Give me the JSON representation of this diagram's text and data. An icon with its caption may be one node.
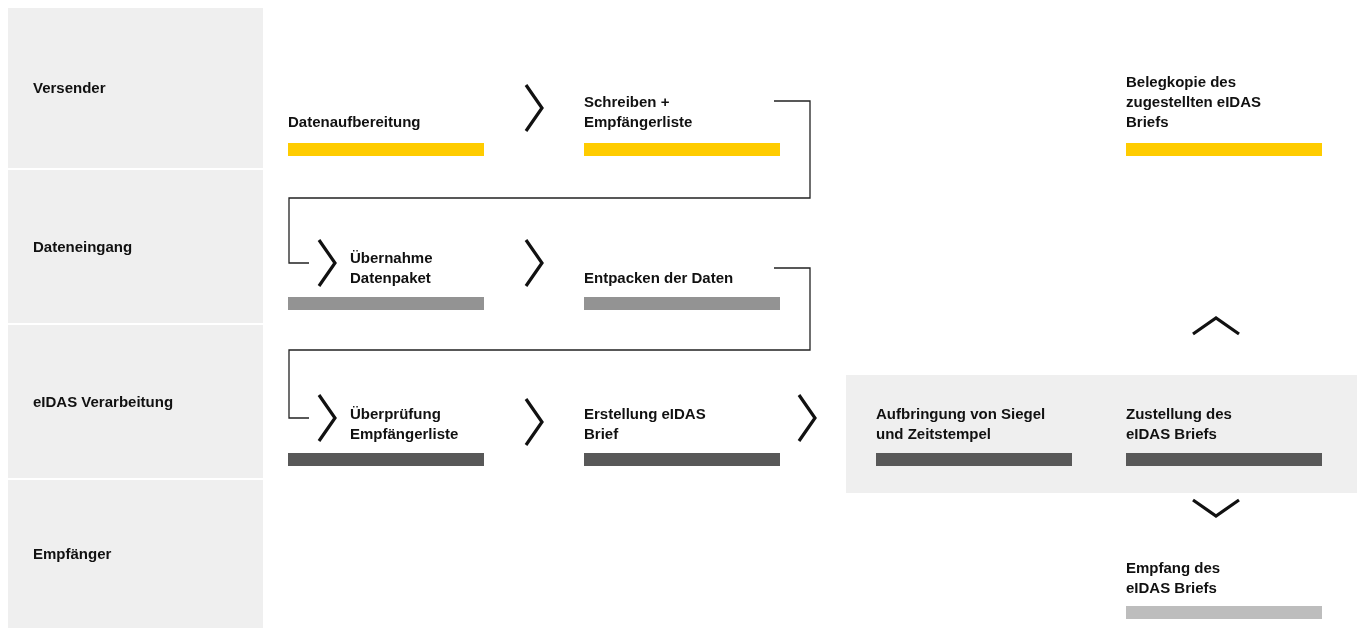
{
  "diagram": {
    "nodes": [
      {
        "text": [
          "Versender"
        ]
      },
      {
        "text": [
          "Dateneingang"
        ]
      },
      {
        "text": [
          "eIDAS Verarbeitung"
        ]
      },
      {
        "text": [
          "Empfänger"
        ]
      },
      {
        "text": [
          "Datenaufbereitung"
        ]
      },
      {
        "text": [
          "Schreiben + Empfängerliste"
        ]
      },
      {
        "text": [
          "Belegkopie des zugestellten eIDAS Briefs"
        ]
      },
      {
        "text": [
          "Übernahme Datenpaket"
        ]
      },
      {
        "text": [
          "Entpacken der Daten"
        ]
      },
      {
        "text": [
          "Überprüfung Empfängerliste"
        ]
      },
      {
        "text": [
          "Erstellung eIDAS Brief"
        ]
      },
      {
        "text": [],
        "shape": "box"
      },
      {
        "text": [
          "Aufbringung von Siegel und Zeitstempel"
        ],
        "in": 11
      },
      {
        "text": [
          "Zustellung des eIDAS Briefs"
        ],
        "in": 11
      },
      {
        "text": [
          "Empfang des eIDAS Briefs"
        ]
      }
    ],
    "edges": [
      {
        "from": 4,
        "to": 5,
        "arrow": "to"
      },
      {
        "from": 5,
        "to": 7,
        "arrow": "to"
      },
      {
        "from": 7,
        "to": 8,
        "arrow": "to"
      },
      {
        "from": 8,
        "to": 9,
        "arrow": "to"
      },
      {
        "from": 9,
        "to": 10,
        "arrow": "to"
      },
      {
        "from": 10,
        "to": 12,
        "arrow": "to"
      },
      {
        "from": 13,
        "to": 6,
        "arrow": "to"
      },
      {
        "from": 13,
        "to": 14,
        "arrow": "to"
      }
    ]
  }
}
